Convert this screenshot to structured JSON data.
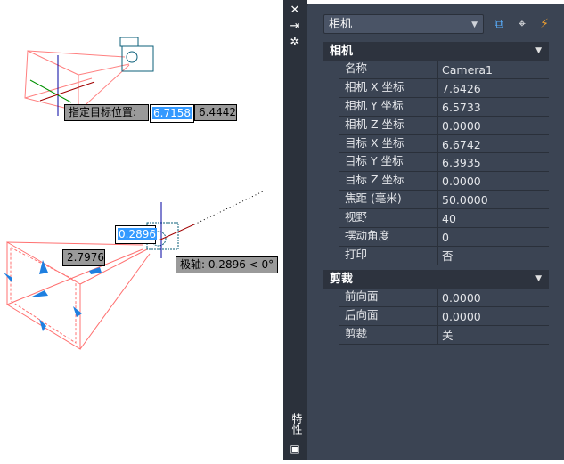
{
  "viewport": {
    "prompt1_label": "指定目标位置:",
    "prompt1_x": "6.7158",
    "prompt1_y": "6.4442",
    "dim_input": "0.2896",
    "dim_length": "2.7976",
    "polar_tip": "极轴: 0.2896 < 0°"
  },
  "panel": {
    "side_icons": [
      "close-icon",
      "autohide-icon",
      "settings-icon"
    ],
    "vertical_title": "特性",
    "dropdown_value": "相机",
    "sections": [
      {
        "title": "相机",
        "rows": [
          {
            "label": "名称",
            "value": "Camera1"
          },
          {
            "label": "相机 X 坐标",
            "value": "7.6426"
          },
          {
            "label": "相机 Y 坐标",
            "value": "6.5733"
          },
          {
            "label": "相机 Z 坐标",
            "value": "0.0000"
          },
          {
            "label": "目标 X 坐标",
            "value": "6.6742"
          },
          {
            "label": "目标 Y 坐标",
            "value": "6.3935"
          },
          {
            "label": "目标 Z 坐标",
            "value": "0.0000"
          },
          {
            "label": "焦距 (毫米)",
            "value": "50.0000"
          },
          {
            "label": "视野",
            "value": "40"
          },
          {
            "label": "摆动角度",
            "value": "0"
          },
          {
            "label": "打印",
            "value": "否"
          }
        ]
      },
      {
        "title": "剪裁",
        "rows": [
          {
            "label": "前向面",
            "value": "0.0000"
          },
          {
            "label": "后向面",
            "value": "0.0000"
          },
          {
            "label": "剪裁",
            "value": "关"
          }
        ]
      }
    ]
  },
  "colors": {
    "panel": "#3b4453",
    "strip": "#2b313b",
    "header": "#2d333e",
    "frustum": "#ff7f7f",
    "camera": "#0b5f7a",
    "grip": "#1e7fe0"
  }
}
